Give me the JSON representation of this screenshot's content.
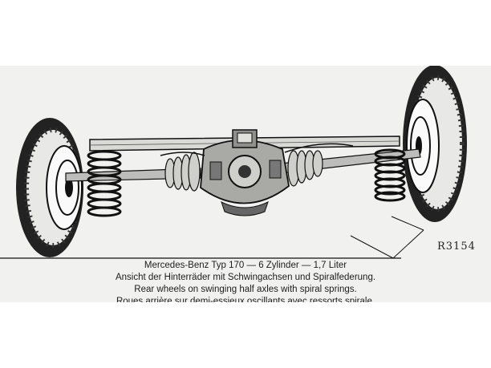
{
  "figure": {
    "reference_code": "R3154",
    "caption_lines": [
      "Mercedes-Benz Typ 170 — 6 Zylinder — 1,7 Liter",
      "Ansicht der Hinterräder mit Schwingachsen und Spiralfederung.",
      "Rear wheels on swinging half axles with spiral springs.",
      "Roues arrière sur demi-essieux oscillants avec ressorts spirale."
    ]
  }
}
